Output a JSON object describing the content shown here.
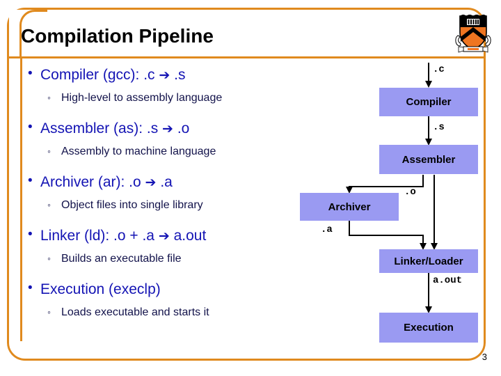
{
  "slide": {
    "title": "Compilation Pipeline",
    "page_number": "3",
    "frame_color": "#e08a1e",
    "bullet_color": "#1414b4",
    "subbullet_color": "#12124a",
    "node_fill": "#9a9af2"
  },
  "logo": {
    "name": "princeton-shield-logo",
    "shield_top_color": "#000000",
    "chevron_color": "#ef7521",
    "motto": "VIG"
  },
  "bullets": [
    {
      "text": "Compiler (gcc): .c ➔ .s",
      "main": "Compiler (gcc): .c",
      "arrow": "➔",
      "tail": ".s",
      "sub": "High-level to assembly language"
    },
    {
      "text": "Assembler (as): .s ➔ .o",
      "main": "Assembler (as): .s",
      "arrow": "➔",
      "tail": ".o",
      "sub": "Assembly to machine language"
    },
    {
      "text": "Archiver (ar): .o ➔ .a",
      "main": "Archiver (ar): .o",
      "arrow": "➔",
      "tail": ".a",
      "sub": "Object files into single library"
    },
    {
      "text": "Linker (ld): .o + .a ➔ a.out",
      "main": "Linker (ld): .o + .a",
      "arrow": "➔",
      "tail": "a.out",
      "sub": "Builds an executable file"
    },
    {
      "text": "Execution (execlp)",
      "main": "Execution (execlp)",
      "arrow": "",
      "tail": "",
      "sub": "Loads executable and starts it"
    }
  ],
  "diagram": {
    "nodes": [
      {
        "id": "compiler",
        "label": "Compiler"
      },
      {
        "id": "assembler",
        "label": "Assembler"
      },
      {
        "id": "archiver",
        "label": "Archiver"
      },
      {
        "id": "linker-loader",
        "label": "Linker/Loader"
      },
      {
        "id": "execution",
        "label": "Execution"
      }
    ],
    "edge_labels": [
      {
        "id": "edge-c",
        "label": ".c",
        "from": "input",
        "to": "compiler"
      },
      {
        "id": "edge-s",
        "label": ".s",
        "from": "compiler",
        "to": "assembler"
      },
      {
        "id": "edge-o",
        "label": ".o",
        "from": "assembler",
        "to": "archiver"
      },
      {
        "id": "edge-a",
        "label": ".a",
        "from": "archiver",
        "to": "linker-loader"
      },
      {
        "id": "edge-aout",
        "label": "a.out",
        "from": "linker-loader",
        "to": "execution"
      }
    ]
  }
}
